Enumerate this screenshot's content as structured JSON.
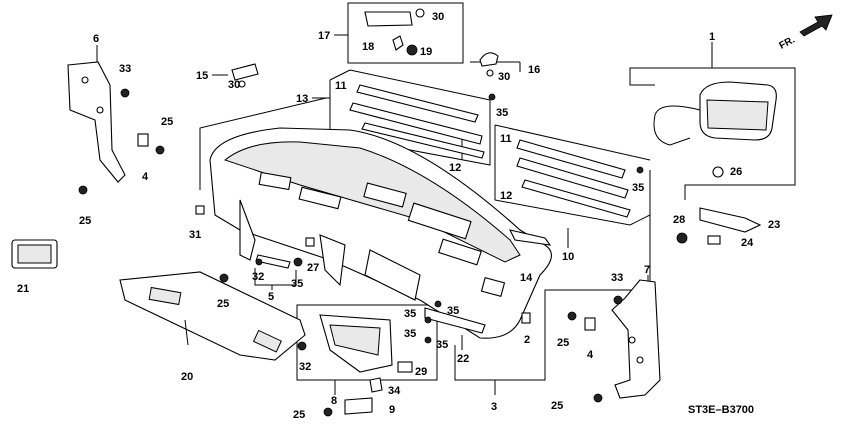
{
  "diagram": {
    "title": "",
    "code": "ST3E–B3700",
    "direction_label": "FR.",
    "arrow_icon": "forward-arrow-icon",
    "labels": [
      {
        "id": "n1",
        "text": "1"
      },
      {
        "id": "n2",
        "text": "2"
      },
      {
        "id": "n3",
        "text": "3"
      },
      {
        "id": "n4a",
        "text": "4"
      },
      {
        "id": "n4b",
        "text": "4"
      },
      {
        "id": "n5",
        "text": "5"
      },
      {
        "id": "n6",
        "text": "6"
      },
      {
        "id": "n7",
        "text": "7"
      },
      {
        "id": "n8",
        "text": "8"
      },
      {
        "id": "n9",
        "text": "9"
      },
      {
        "id": "n10",
        "text": "10"
      },
      {
        "id": "n11a",
        "text": "11"
      },
      {
        "id": "n11b",
        "text": "11"
      },
      {
        "id": "n12a",
        "text": "12"
      },
      {
        "id": "n12b",
        "text": "12"
      },
      {
        "id": "n13",
        "text": "13"
      },
      {
        "id": "n14",
        "text": "14"
      },
      {
        "id": "n15",
        "text": "15"
      },
      {
        "id": "n16",
        "text": "16"
      },
      {
        "id": "n17",
        "text": "17"
      },
      {
        "id": "n18",
        "text": "18"
      },
      {
        "id": "n19",
        "text": "19"
      },
      {
        "id": "n20",
        "text": "20"
      },
      {
        "id": "n21",
        "text": "21"
      },
      {
        "id": "n22",
        "text": "22"
      },
      {
        "id": "n23",
        "text": "23"
      },
      {
        "id": "n24",
        "text": "24"
      },
      {
        "id": "n25a",
        "text": "25"
      },
      {
        "id": "n25b",
        "text": "25"
      },
      {
        "id": "n25c",
        "text": "25"
      },
      {
        "id": "n25d",
        "text": "25"
      },
      {
        "id": "n25e",
        "text": "25"
      },
      {
        "id": "n25f",
        "text": "25"
      },
      {
        "id": "n26",
        "text": "26"
      },
      {
        "id": "n27",
        "text": "27"
      },
      {
        "id": "n28",
        "text": "28"
      },
      {
        "id": "n29",
        "text": "29"
      },
      {
        "id": "n30a",
        "text": "30"
      },
      {
        "id": "n30b",
        "text": "30"
      },
      {
        "id": "n30c",
        "text": "30"
      },
      {
        "id": "n31",
        "text": "31"
      },
      {
        "id": "n32a",
        "text": "32"
      },
      {
        "id": "n32b",
        "text": "32"
      },
      {
        "id": "n33a",
        "text": "33"
      },
      {
        "id": "n33b",
        "text": "33"
      },
      {
        "id": "n34",
        "text": "34"
      },
      {
        "id": "n35a",
        "text": "35"
      },
      {
        "id": "n35b",
        "text": "35"
      },
      {
        "id": "n35c",
        "text": "35"
      },
      {
        "id": "n35d",
        "text": "35"
      },
      {
        "id": "n35e",
        "text": "35"
      },
      {
        "id": "n35f",
        "text": "35"
      },
      {
        "id": "n35g",
        "text": "35"
      }
    ]
  }
}
